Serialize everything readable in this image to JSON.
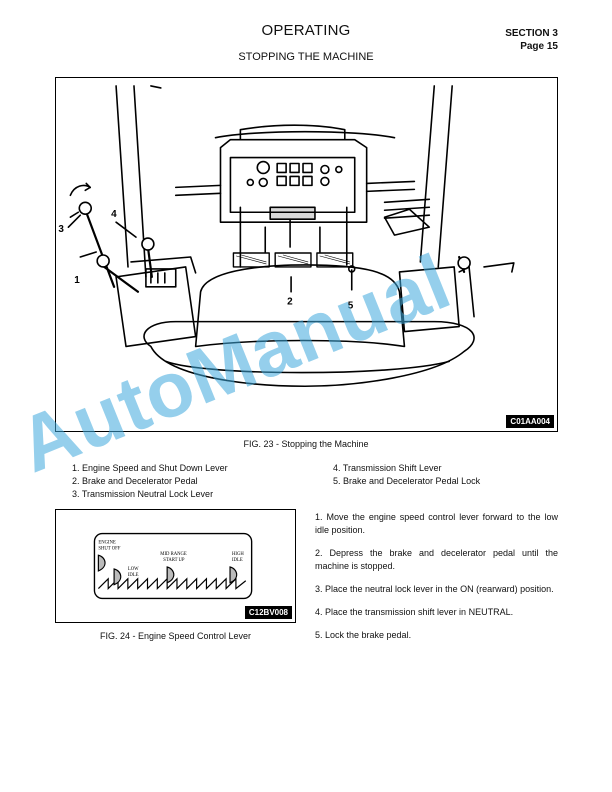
{
  "header": {
    "title": "OPERATING",
    "section": "SECTION 3",
    "page": "Page 15",
    "subtitle": "STOPPING THE MACHINE"
  },
  "figure23": {
    "code": "C01AA004",
    "caption": "FIG. 23 - Stopping the Machine",
    "callouts": [
      "1",
      "2",
      "3",
      "4",
      "5"
    ]
  },
  "legend": {
    "left": [
      "1. Engine Speed and Shut Down Lever",
      "2. Brake and Decelerator Pedal",
      "3. Transmission Neutral Lock Lever"
    ],
    "right": [
      "4. Transmission Shift Lever",
      "5. Brake and Decelerator Pedal Lock"
    ]
  },
  "figure24": {
    "code": "C12BV008",
    "caption": "FIG. 24 - Engine Speed Control Lever",
    "labels": {
      "shutoff_1": "ENGINE",
      "shutoff_2": "SHUT OFF",
      "low_1": "LOW",
      "low_2": "IDLE",
      "mid_1": "MID RANGE",
      "mid_2": "START UP",
      "high_1": "HIGH",
      "high_2": "IDLE"
    }
  },
  "steps": [
    "1. Move the engine speed control lever forward to the low idle position.",
    "2. Depress the brake and decelerator pedal until the machine is stopped.",
    "3. Place the neutral lock lever in the ON (rearward) position.",
    "4. Place the transmission shift lever in NEUTRAL.",
    "5. Lock the brake pedal."
  ],
  "watermark": "AutoManual"
}
